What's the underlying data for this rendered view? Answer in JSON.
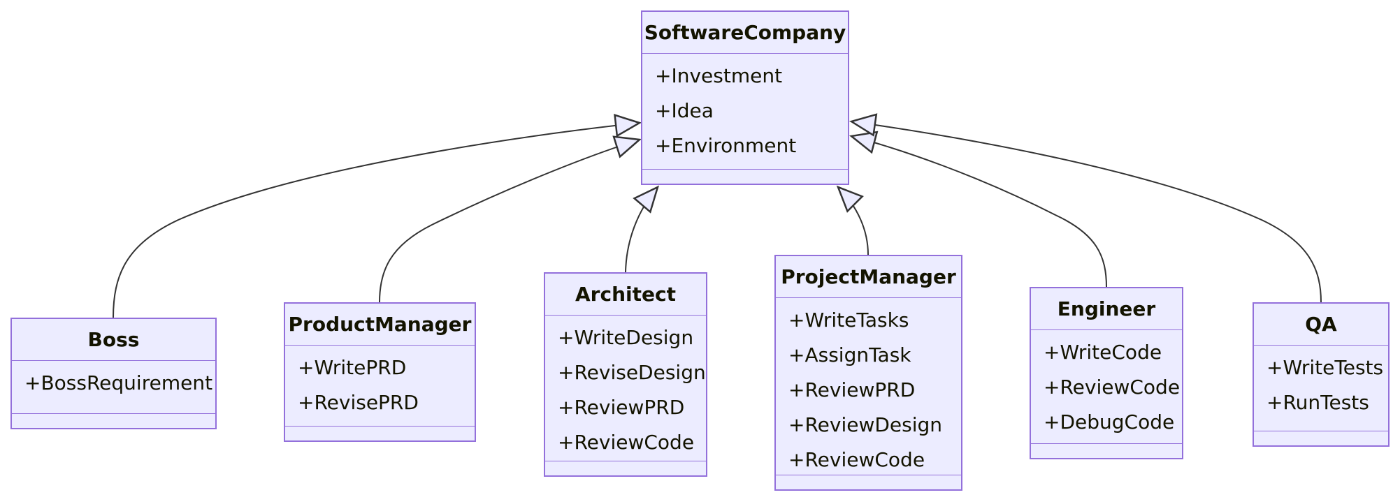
{
  "diagram": {
    "colors": {
      "node_fill": "#ECECFF",
      "node_border": "#9370DB",
      "edge_line": "#333333",
      "text": "#131300",
      "background": "#FFFFFF"
    },
    "classes": [
      {
        "name": "SoftwareCompany",
        "members": [
          "+Investment",
          "+Idea",
          "+Environment"
        ]
      },
      {
        "name": "Boss",
        "members": [
          "+BossRequirement"
        ]
      },
      {
        "name": "ProductManager",
        "members": [
          "+WritePRD",
          "+RevisePRD"
        ]
      },
      {
        "name": "Architect",
        "members": [
          "+WriteDesign",
          "+ReviseDesign",
          "+ReviewPRD",
          "+ReviewCode"
        ]
      },
      {
        "name": "ProjectManager",
        "members": [
          "+WriteTasks",
          "+AssignTask",
          "+ReviewPRD",
          "+ReviewDesign",
          "+ReviewCode"
        ]
      },
      {
        "name": "Engineer",
        "members": [
          "+WriteCode",
          "+ReviewCode",
          "+DebugCode"
        ]
      },
      {
        "name": "QA",
        "members": [
          "+WriteTests",
          "+RunTests"
        ]
      }
    ],
    "relations": [
      {
        "from": "Boss",
        "to": "SoftwareCompany",
        "kind": "inheritance",
        "arrow": "hollow-triangle"
      },
      {
        "from": "ProductManager",
        "to": "SoftwareCompany",
        "kind": "inheritance",
        "arrow": "hollow-triangle"
      },
      {
        "from": "Architect",
        "to": "SoftwareCompany",
        "kind": "inheritance",
        "arrow": "hollow-triangle"
      },
      {
        "from": "ProjectManager",
        "to": "SoftwareCompany",
        "kind": "inheritance",
        "arrow": "hollow-triangle"
      },
      {
        "from": "Engineer",
        "to": "SoftwareCompany",
        "kind": "inheritance",
        "arrow": "hollow-triangle"
      },
      {
        "from": "QA",
        "to": "SoftwareCompany",
        "kind": "inheritance",
        "arrow": "hollow-triangle"
      }
    ]
  }
}
